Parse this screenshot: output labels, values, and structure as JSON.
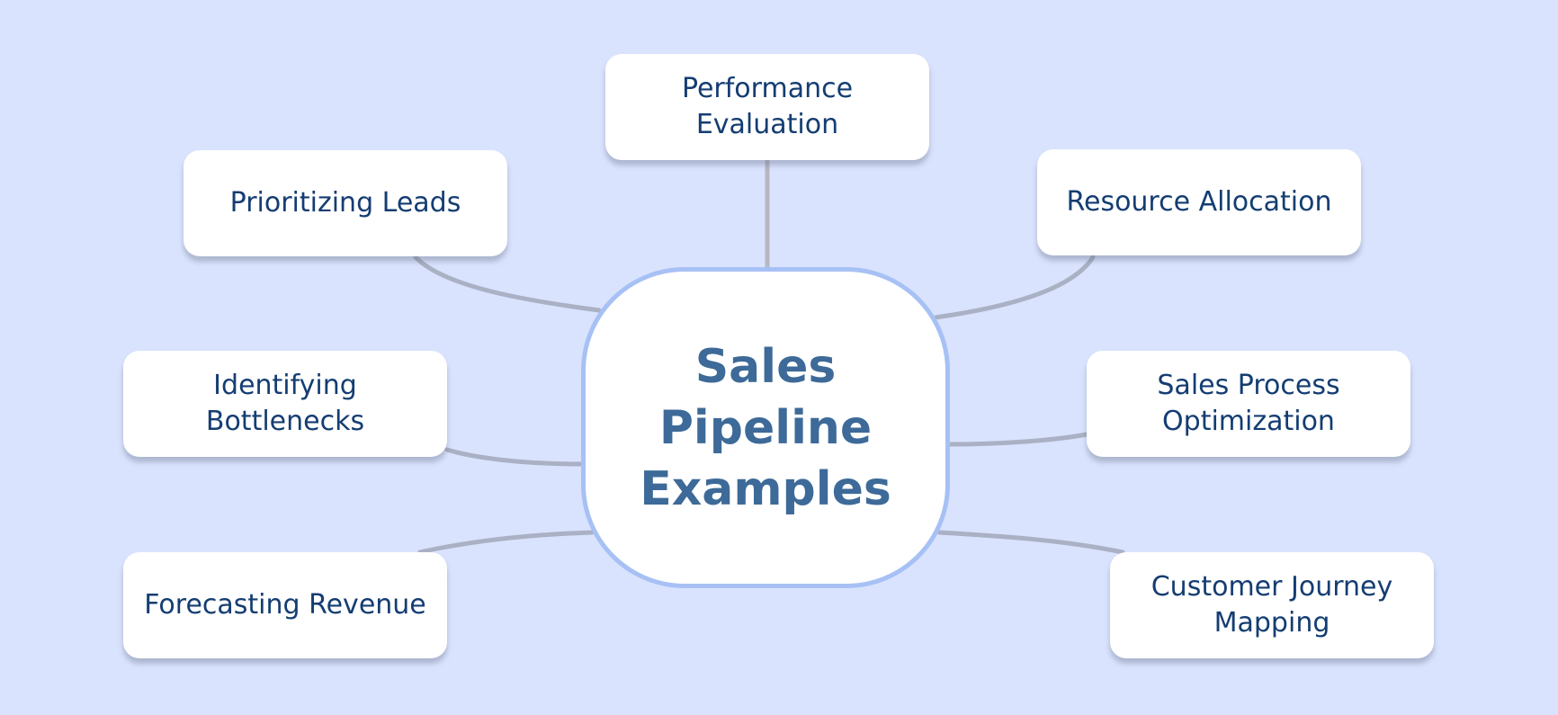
{
  "diagram": {
    "center": {
      "title": "Sales Pipeline Examples"
    },
    "branches": [
      {
        "label": "Performance Evaluation"
      },
      {
        "label": "Prioritizing Leads"
      },
      {
        "label": "Resource Allocation"
      },
      {
        "label": "Identifying Bottlenecks"
      },
      {
        "label": "Sales Process Optimization"
      },
      {
        "label": "Forecasting Revenue"
      },
      {
        "label": "Customer Journey Mapping"
      }
    ]
  },
  "colors": {
    "background": "#d9e3fd",
    "node_fill": "#ffffff",
    "node_text": "#143d72",
    "center_title": "#3d6a98",
    "center_border": "#a7c1f5",
    "connector": "#aab1c4"
  }
}
